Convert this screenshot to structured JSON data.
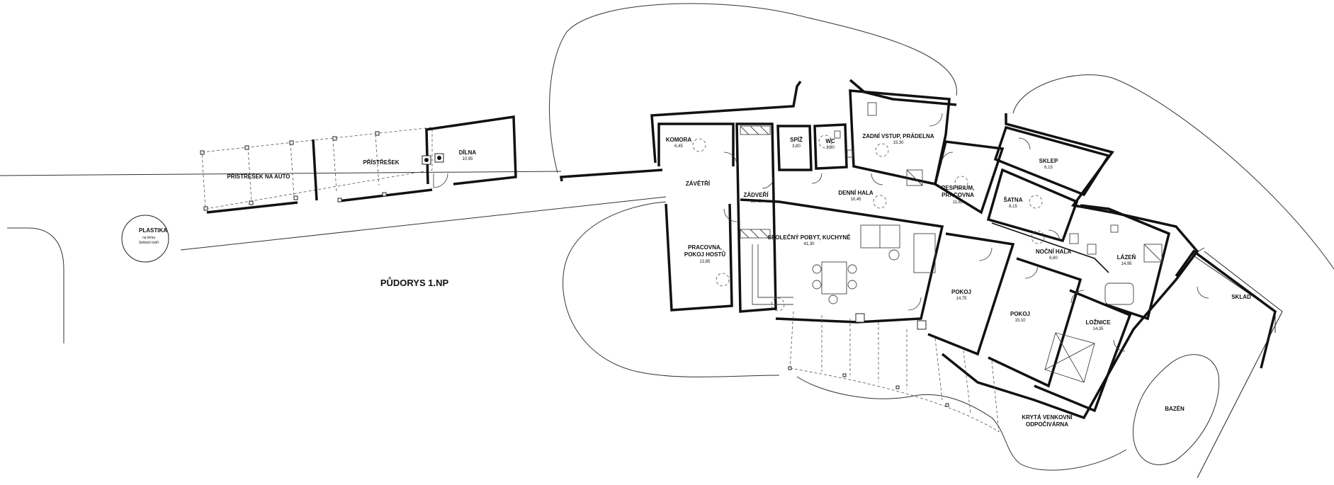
{
  "plan_title": "PŮDORYS 1.NP",
  "sculpture": {
    "name": "PLASTIKA",
    "note_line1": "na téma",
    "note_line2": "Setkání tváří"
  },
  "rooms": {
    "carport": {
      "name": "PŘÍSTŘEŠEK NA AUTO"
    },
    "shelter": {
      "name": "PŘÍSTŘEŠEK"
    },
    "workshop": {
      "name": "DÍLNA",
      "area": "10,95"
    },
    "storeroom": {
      "name": "KOMORA",
      "area": "6,45"
    },
    "porch": {
      "name": "ZÁVĚTŘÍ"
    },
    "hallway": {
      "name": "ZÁDVEŘÍ",
      "area": "10,45"
    },
    "pantry": {
      "name": "SPÍŽ",
      "area": "3,80"
    },
    "wc": {
      "name": "WC",
      "area": "3,80"
    },
    "back_entry": {
      "name": "ZADNÍ VSTUP, PRÁDELNA",
      "area": "15,30"
    },
    "day_hall": {
      "name": "DENNÍ HALA",
      "area": "10,45"
    },
    "respirium": {
      "name_line1": "RESPIRIUM,",
      "name_line2": "PRACOVNA",
      "area": "11,85"
    },
    "cellar": {
      "name": "SKLEP",
      "area": "6,15"
    },
    "wardrobe": {
      "name": "ŠATNA",
      "area": "8,15"
    },
    "study": {
      "name_line1": "PRACOVNA,",
      "name_line2": "POKOJ HOSTŮ",
      "area": "13,85"
    },
    "living": {
      "name": "SPOLEČNÝ POBYT, KUCHYNĚ",
      "area": "41,30"
    },
    "night_hall": {
      "name": "NOČNÍ HALA",
      "area": "6,80"
    },
    "bathroom": {
      "name": "LÁZEŇ",
      "area": "14,95"
    },
    "room1": {
      "name": "POKOJ",
      "area": "14,75"
    },
    "room2": {
      "name": "POKOJ",
      "area": "15,10"
    },
    "bedroom": {
      "name": "LOŽNICE",
      "area": "14,35"
    },
    "storage": {
      "name": "SKLAD"
    },
    "terrace": {
      "name_line1": "KRYTÁ VENKOVNÍ",
      "name_line2": "ODPOČIVÁRNA"
    },
    "pool": {
      "name": "BAZÉN"
    }
  }
}
